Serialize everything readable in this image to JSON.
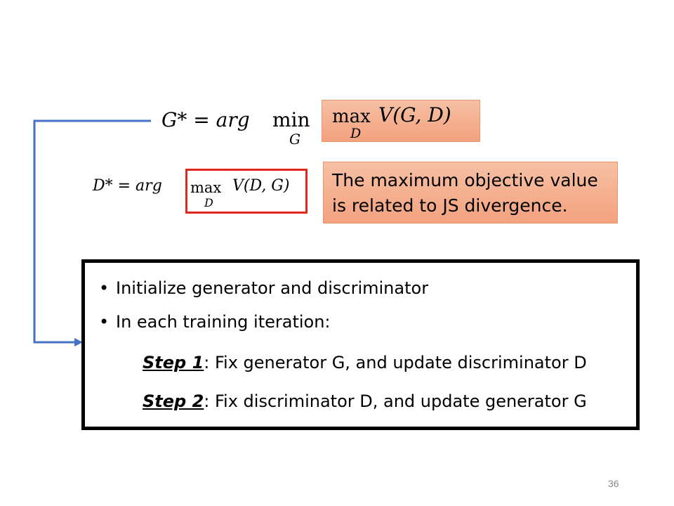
{
  "equation_g": {
    "lhs": "G* = arg",
    "min_word": "min",
    "min_sub": "G",
    "max_word": "max",
    "max_sub": "D",
    "value_fn": "V(G, D)"
  },
  "equation_d": {
    "lhs": "D* = arg",
    "max_word": "max",
    "max_sub": "D",
    "value_fn": "V(D, G)"
  },
  "note": {
    "line1": "The maximum objective value",
    "line2": "is related to JS divergence."
  },
  "algorithm": {
    "bullet_symbol": "•",
    "bullet1": "Initialize generator and discriminator",
    "bullet2": "In each training iteration:",
    "step1_label": "Step 1",
    "step1_text": ": Fix generator G, and update discriminator D",
    "step2_label": "Step 2",
    "step2_text": ": Fix discriminator D, and update generator G"
  },
  "page_number": "36",
  "colors": {
    "connector": "#4472c4",
    "highlight_box": "#f4b08f",
    "red_box": "#e0281e"
  }
}
